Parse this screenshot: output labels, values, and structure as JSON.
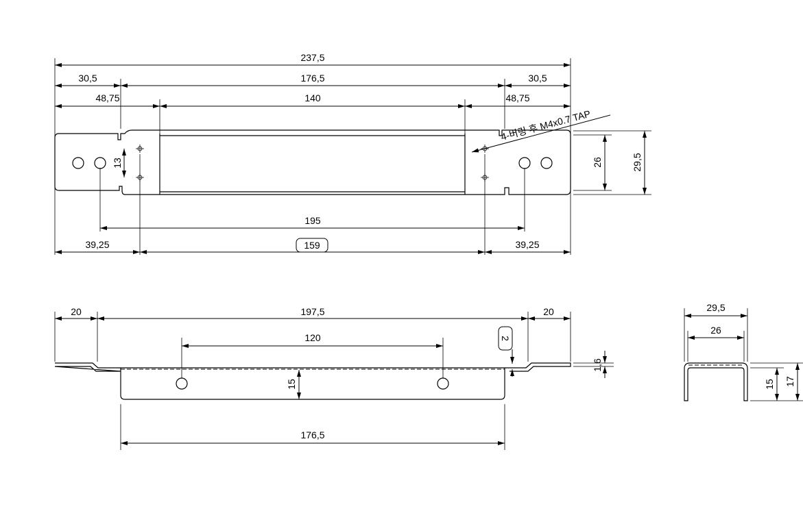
{
  "top_view": {
    "overall": "237,5",
    "left_30": "30,5",
    "mid_176": "176,5",
    "right_30": "30,5",
    "left_48": "48,75",
    "mid_140": "140",
    "right_48": "48,75",
    "note": "4-버링 후 M4x0.7 TAP",
    "d13": "13",
    "d26": "26",
    "d29": "29,5",
    "d195": "195",
    "left_39": "39,25",
    "d159": "159",
    "right_39": "39,25"
  },
  "front_view": {
    "left_20": "20",
    "mid_197": "197,5",
    "right_20": "20",
    "d120": "120",
    "d2": "2",
    "d15": "15",
    "d176": "176,5",
    "d16": "1,6"
  },
  "side_view": {
    "d29": "29,5",
    "d26": "26",
    "d15": "15",
    "d17": "17"
  }
}
